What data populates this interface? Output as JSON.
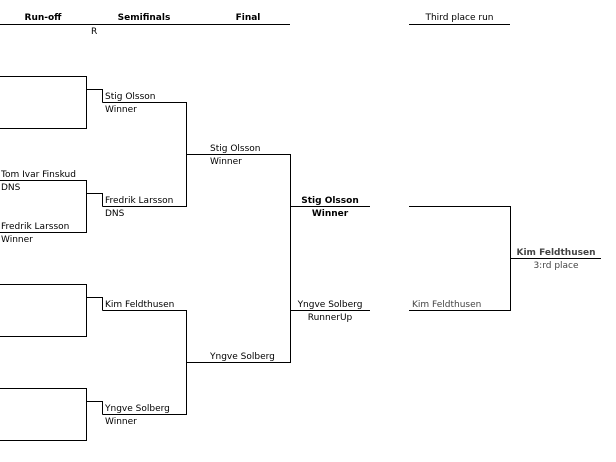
{
  "headers": {
    "runoff": "Run-off",
    "semifinals": "Semifinals",
    "final": "Final",
    "third_place": "Third place run",
    "r_mark": "R"
  },
  "runoff": {
    "match2_top_name": "Tom Ivar Finskud",
    "match2_top_status": "DNS",
    "match2_bottom_name": "Fredrik Larsson",
    "match2_bottom_status": "Winner"
  },
  "semifinals": {
    "s1_name": "Stig Olsson",
    "s1_status": "Winner",
    "s2_name": "Fredrik Larsson",
    "s2_status": "DNS",
    "s3_name": "Kim Feldthusen",
    "s4_name": "Yngve Solberg",
    "s4_status": "Winner"
  },
  "final": {
    "f1_name": "Stig Olsson",
    "f1_status": "Winner",
    "f2_name": "Yngve Solberg"
  },
  "champion": {
    "winner_name": "Stig Olsson",
    "winner_status": "Winner",
    "runnerup_name": "Yngve Solberg",
    "runnerup_status": "RunnerUp"
  },
  "third_place": {
    "entrant_name": "Kim Feldthusen",
    "result_name": "Kim Feldthusen",
    "result_status": "3:rd place"
  }
}
